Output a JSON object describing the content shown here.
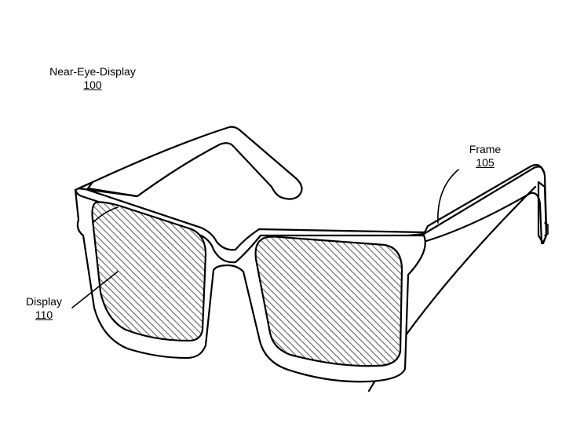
{
  "figure": {
    "type": "patent-line-drawing",
    "subject": "eyeglasses-style near-eye display",
    "hatch_color": "#555555",
    "line_color": "#000000",
    "background": "#ffffff"
  },
  "labels": {
    "device": {
      "text": "Near-Eye-Display",
      "ref": "100"
    },
    "frame": {
      "text": "Frame",
      "ref": "105"
    },
    "display": {
      "text": "Display",
      "ref": "110"
    }
  }
}
